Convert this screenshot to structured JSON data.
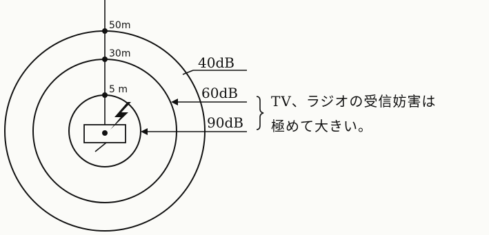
{
  "distances": {
    "d50": "50m",
    "d30": "30m",
    "d5": "5 m"
  },
  "levels": {
    "outer": "40dB",
    "middle": "60dB",
    "inner": "90dB"
  },
  "note": {
    "line1": "TV、ラジオの受信妨害は",
    "line2": "極めて大きい。"
  }
}
